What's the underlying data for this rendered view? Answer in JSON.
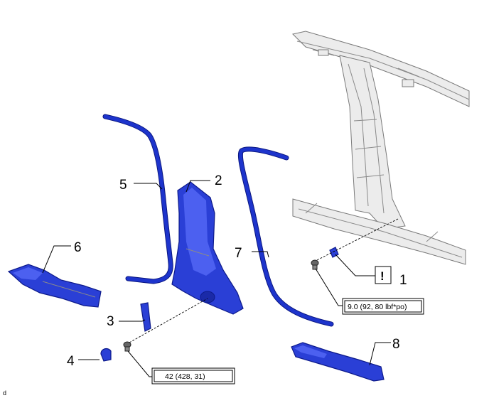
{
  "callouts": [
    {
      "id": "1",
      "label": "1"
    },
    {
      "id": "2",
      "label": "2"
    },
    {
      "id": "3",
      "label": "3"
    },
    {
      "id": "4",
      "label": "4"
    },
    {
      "id": "5",
      "label": "5"
    },
    {
      "id": "6",
      "label": "6"
    },
    {
      "id": "7",
      "label": "7"
    },
    {
      "id": "8",
      "label": "8"
    }
  ],
  "torque_specs": {
    "upper": "9.0 (92, 80 lbf*po)",
    "lower": "42 (428, 31)"
  },
  "warning_symbol": "!",
  "figure_id": "d",
  "colors": {
    "part_blue": "#2a3fd6",
    "part_edge": "#0d1a8a",
    "body_gray": "#ececec"
  }
}
